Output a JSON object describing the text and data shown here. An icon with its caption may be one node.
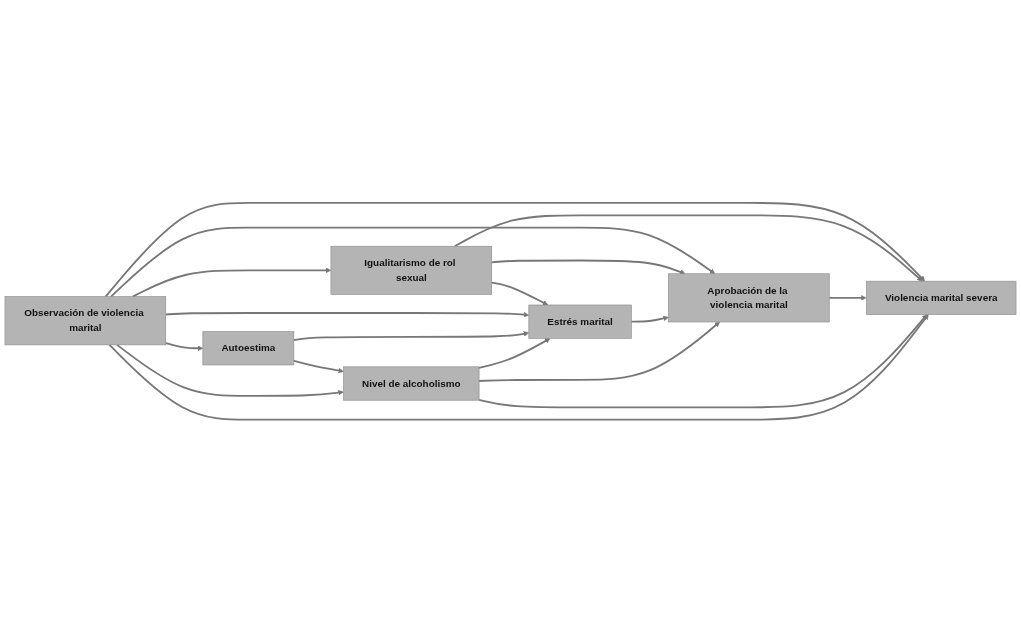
{
  "diagram": {
    "nodes": [
      {
        "text": [
          "Igualitarismo de rol sexual"
        ]
      },
      {
        "text": [
          "Observación de violencia marital"
        ]
      },
      {
        "text": [
          "Estrés marital"
        ]
      },
      {
        "text": [
          "Aprobación de la violencia marital"
        ]
      },
      {
        "text": [
          "Violencia marital severa"
        ]
      },
      {
        "text": [
          "Autoestima"
        ]
      },
      {
        "text": [
          "Nivel de alcoholismo"
        ]
      }
    ],
    "edges": [
      {
        "from": 1,
        "to": 4,
        "arrow": "to"
      },
      {
        "from": 1,
        "to": 3,
        "arrow": "to"
      },
      {
        "from": 0,
        "to": 4,
        "arrow": "to"
      },
      {
        "from": 0,
        "to": 2,
        "arrow": "to"
      },
      {
        "from": 0,
        "to": 3,
        "arrow": "to"
      },
      {
        "from": 1,
        "to": 0,
        "arrow": "to"
      },
      {
        "from": 1,
        "to": 2,
        "arrow": "to"
      },
      {
        "from": 2,
        "to": 3,
        "arrow": "to"
      },
      {
        "from": 3,
        "to": 4,
        "arrow": "to"
      },
      {
        "from": 1,
        "to": 5,
        "arrow": "to"
      },
      {
        "from": 5,
        "to": 2,
        "arrow": "to"
      },
      {
        "from": 6,
        "to": 2,
        "arrow": "to"
      },
      {
        "from": 6,
        "to": 3,
        "arrow": "to"
      },
      {
        "from": 6,
        "to": 4,
        "arrow": "to"
      },
      {
        "from": 5,
        "to": 6,
        "arrow": "to"
      },
      {
        "from": 1,
        "to": 6,
        "arrow": "to"
      },
      {
        "from": 1,
        "to": 4,
        "arrow": "to"
      }
    ]
  }
}
